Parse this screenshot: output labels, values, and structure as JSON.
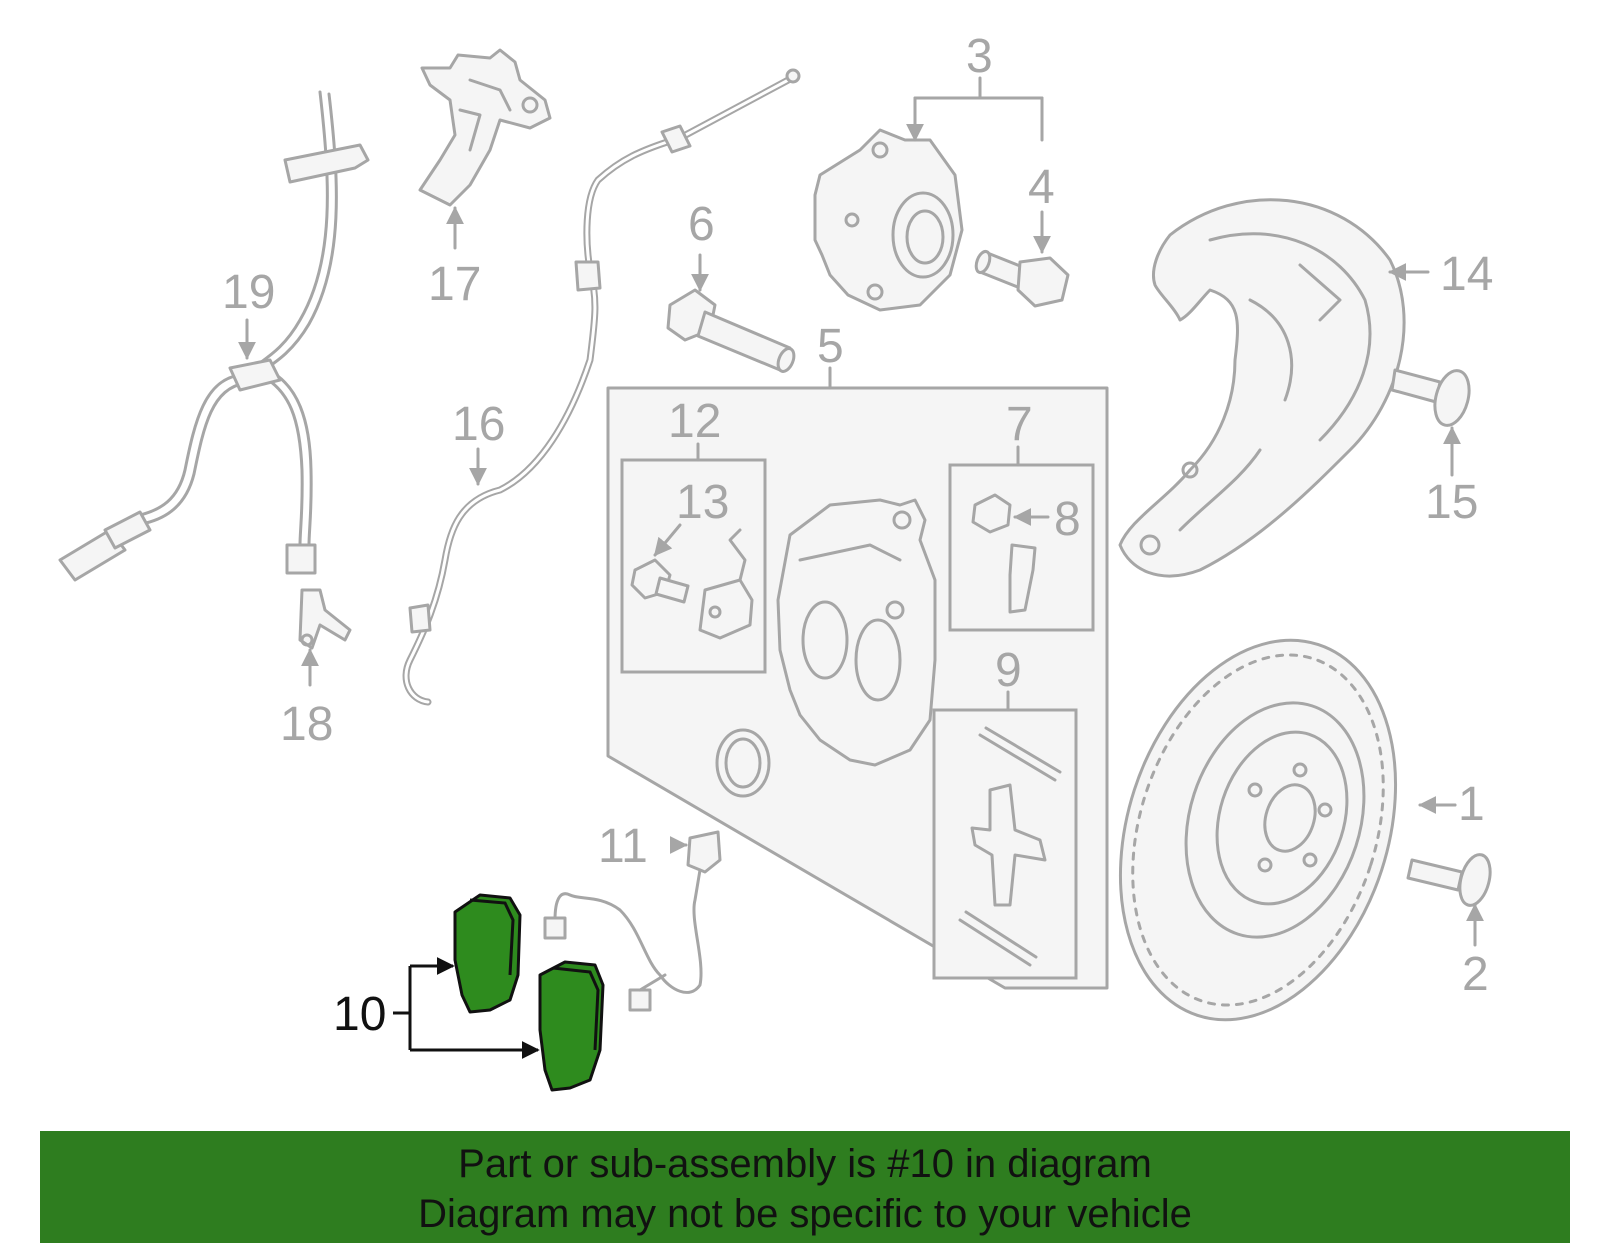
{
  "diagram": {
    "callouts": [
      "1",
      "2",
      "3",
      "4",
      "5",
      "6",
      "7",
      "8",
      "9",
      "10",
      "11",
      "12",
      "13",
      "14",
      "15",
      "16",
      "17",
      "18",
      "19"
    ],
    "highlighted_callout": "10",
    "highlight_color": "#2e8b1e"
  },
  "banner": {
    "line1": "Part or sub-assembly is #10 in diagram",
    "line2": "Diagram may not be specific to your vehicle",
    "background_color": "#2e7d1f"
  }
}
